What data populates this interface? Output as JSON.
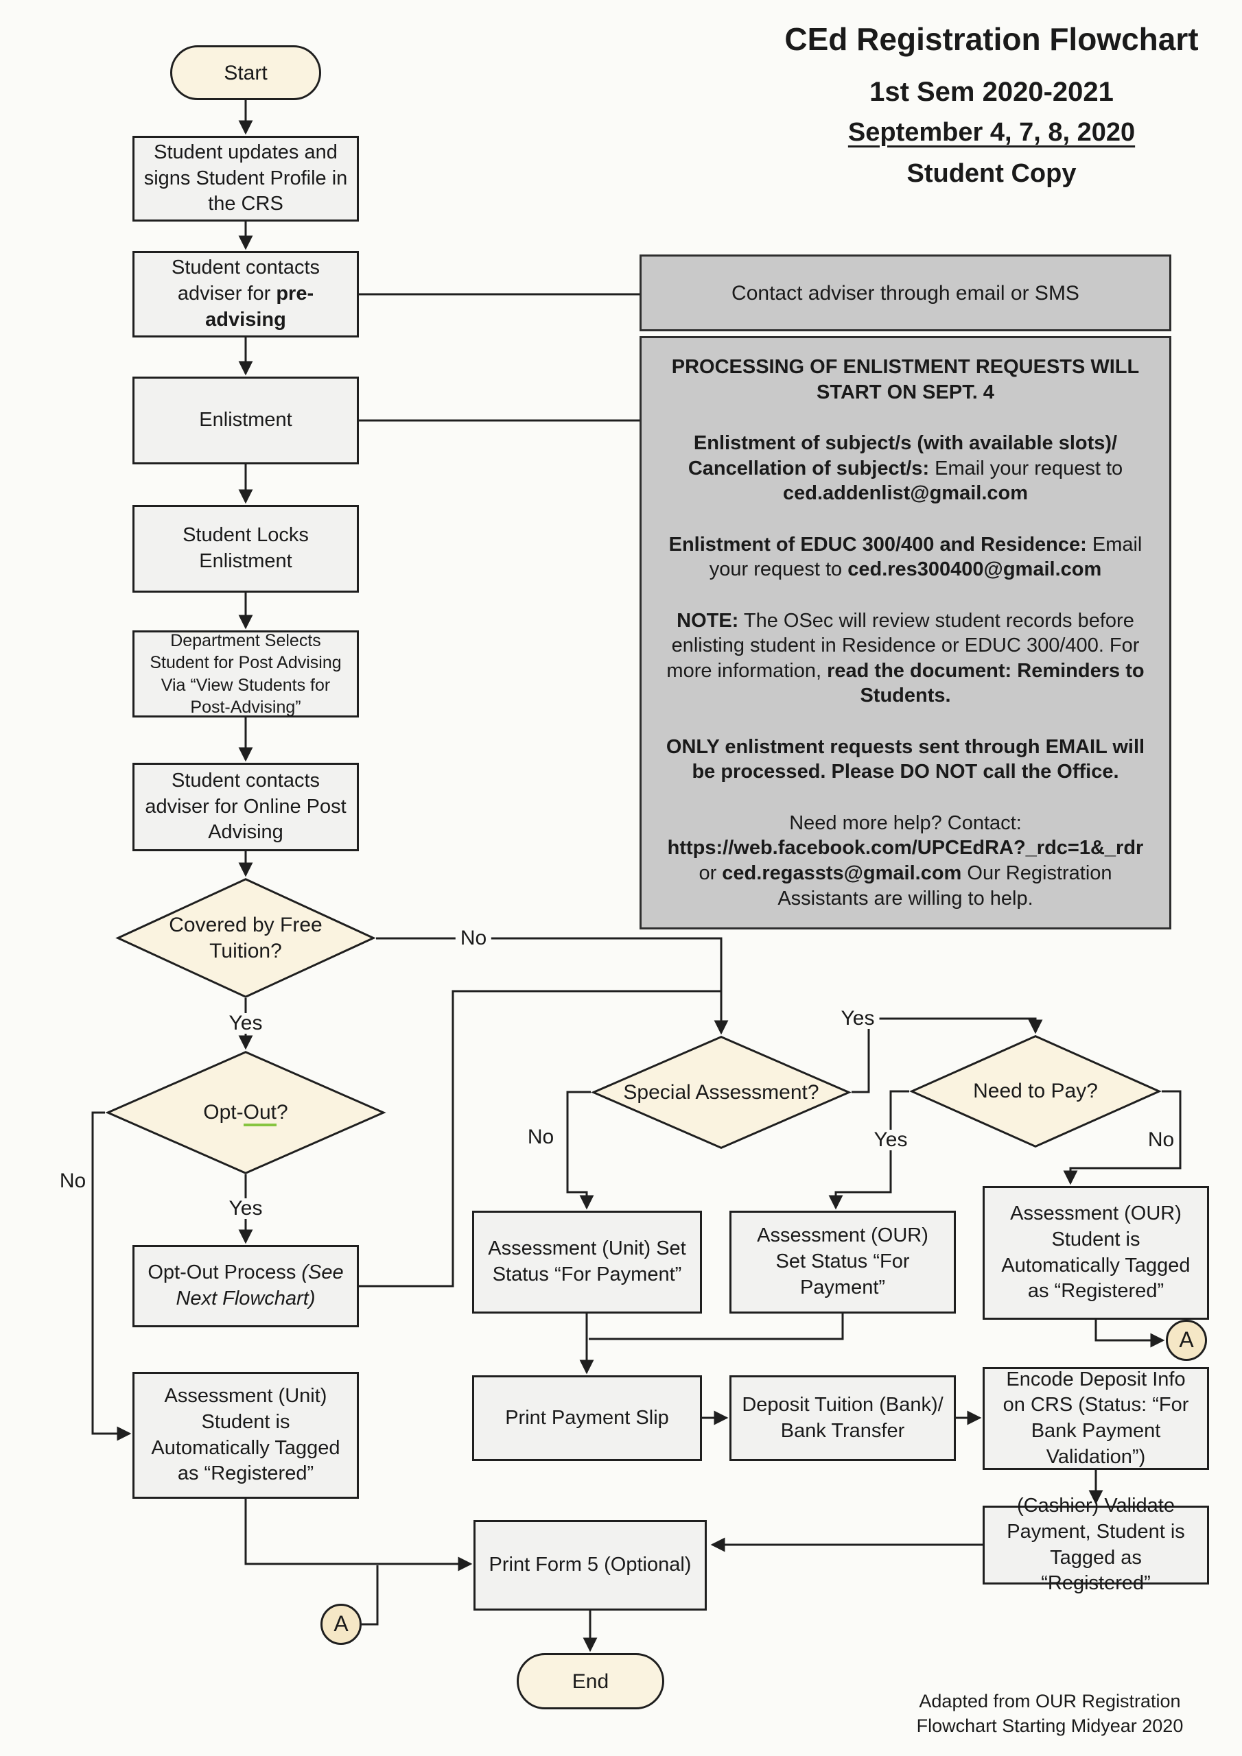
{
  "header": {
    "title": "CEd Registration Flowchart",
    "semester": "1st Sem 2020-2021",
    "dates": "September 4, 7, 8, 2020",
    "copy": "Student Copy"
  },
  "footer": {
    "line1": "Adapted from OUR Registration",
    "line2": "Flowchart Starting Midyear 2020"
  },
  "nodes": {
    "start": "Start",
    "update_profile": "Student updates and signs Student Profile in the CRS",
    "contact_adviser": {
      "text": "Student contacts adviser for ",
      "bold": "pre-advising"
    },
    "enlistment": "Enlistment",
    "lock_enlistment": "Student Locks Enlistment",
    "dept_selects": "Department Selects Student for Post Advising Via “View Students for Post-Advising”",
    "online_post_advising": "Student contacts adviser for Online Post Advising",
    "optout_process": {
      "text": "Opt-Out Process ",
      "italic": "(See Next Flowchart)"
    },
    "unit_registered": "Assessment (Unit) Student is Automatically Tagged as “Registered”",
    "unit_set_status": "Assessment (Unit) Set Status “For Payment”",
    "our_set_status": "Assessment  (OUR)  Set Status “For Payment”",
    "our_registered": "Assessment (OUR) Student is Automatically Tagged as “Registered”",
    "print_slip": "Print Payment Slip",
    "deposit": "Deposit Tuition (Bank)/ Bank Transfer",
    "encode": "Encode Deposit Info on CRS (Status: “For Bank Payment Validation”)",
    "cashier": "(Cashier) Validate Payment, Student is Tagged as “Registered”",
    "print_form5": "Print Form 5 (Optional)",
    "end": "End",
    "connector_a": "A"
  },
  "decisions": {
    "free_tuition": "Covered by Free Tuition?",
    "optout": {
      "pre": "Opt-",
      "u": "Out",
      "post": "?"
    },
    "special_assessment": "Special Assessment?",
    "need_to_pay": "Need to Pay?"
  },
  "edge_labels": {
    "free_yes": "Yes",
    "free_no": "No",
    "optout_yes": "Yes",
    "optout_no": "No",
    "special_yes": "Yes",
    "special_no": "No",
    "pay_yes": "Yes",
    "pay_no": "No"
  },
  "info": {
    "contact_box": "Contact adviser through email or SMS",
    "processing_box": [
      [
        {
          "t": "PROCESSING OF ENLISTMENT REQUESTS WILL START ON SEPT. 4",
          "b": true
        }
      ],
      [
        {
          "t": "Enlistment of subject/s (with available slots)/ Cancellation of subject/s:",
          "b": true
        },
        {
          "t": " Email your request to ",
          "b": false
        },
        {
          "t": "ced.addenlist@gmail.com",
          "b": true
        }
      ],
      [
        {
          "t": "Enlistment of EDUC 300/400 and Residence:",
          "b": true
        },
        {
          "t": " Email your request to ",
          "b": false
        },
        {
          "t": "ced.res300400@gmail.com",
          "b": true
        }
      ],
      [
        {
          "t": "NOTE:",
          "b": true
        },
        {
          "t": " The OSec will review student records before enlisting student in Residence or EDUC 300/400. For more information, ",
          "b": false
        },
        {
          "t": "read the document: Reminders to Students.",
          "b": true
        }
      ],
      [
        {
          "t": "ONLY enlistment requests sent through EMAIL will be processed. Please DO NOT call the Office.",
          "b": true
        }
      ],
      [
        {
          "t": "Need more help? Contact: ",
          "b": false
        },
        {
          "t": "https://web.facebook.com/UPCEdRA?_rdc=1&_rdr",
          "b": true
        },
        {
          "t": " or ",
          "b": false
        },
        {
          "t": "ced.regassts@gmail.com",
          "b": true
        },
        {
          "t": " Our Registration Assistants are willing to help.",
          "b": false
        }
      ]
    ]
  },
  "colors": {
    "line": "#1f1f1f",
    "boxfill": "#f2f2f0",
    "grayfill": "#c9c9c9",
    "cream": "#faf3e0",
    "tan": "#f5e7c6",
    "green": "#86c440",
    "bg": "#fbfbf8"
  }
}
